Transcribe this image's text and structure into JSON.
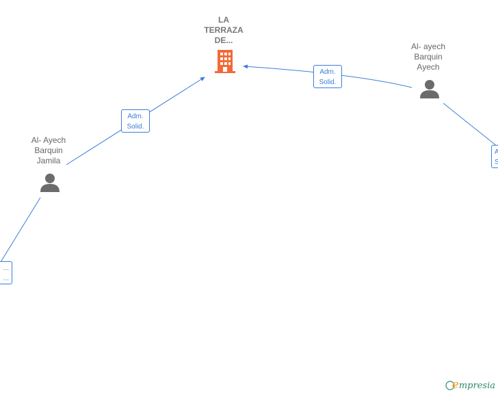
{
  "company": {
    "label": "LA\nTERRAZA\nDE...",
    "color": "#f26a36"
  },
  "persons": [
    {
      "id": "ayech",
      "label": "Al- ayech\nBarquin\nAyech"
    },
    {
      "id": "jamila",
      "label": "Al- Ayech\nBarquin\nJamila"
    }
  ],
  "edges": [
    {
      "id": "jamila-company",
      "label": "Adm.\nSolid."
    },
    {
      "id": "ayech-company",
      "label": "Adm.\nSolid."
    },
    {
      "id": "offscreen-left",
      "label": "...\n..."
    },
    {
      "id": "offscreen-right",
      "label": "A\nS"
    }
  ],
  "colors": {
    "edge": "#3b7dd8",
    "person": "#6b6b6b"
  },
  "footer": {
    "copyright": "©",
    "brand_initial": "e",
    "brand_rest": "mpresia"
  }
}
